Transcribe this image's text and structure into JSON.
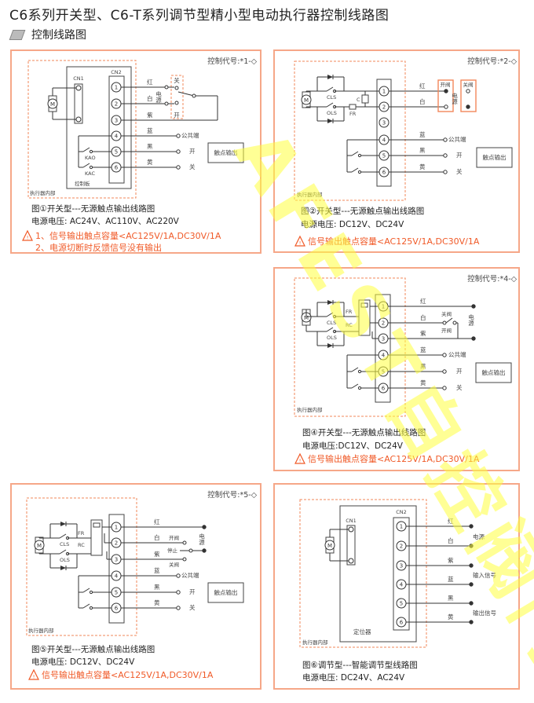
{
  "title": "C6系列开关型、C6-T系列调节型精小型电动执行器控制线路图",
  "section": "控制线路图",
  "watermark": "AFEST自控阀门",
  "colors": {
    "border": "#f6a788",
    "dashed": "#f2875a",
    "warning": "#f05a28"
  },
  "common": {
    "motor": "M",
    "inside": "执行器内部",
    "wire_colors": [
      "红",
      "白",
      "紫",
      "蓝",
      "黑",
      "黄"
    ],
    "terminals": [
      "1",
      "2",
      "3",
      "4",
      "5",
      "6"
    ],
    "power": "电源",
    "common_end": "公共端",
    "open": "开",
    "close": "关",
    "contact_output": "触点输出",
    "cls": "CLS",
    "ols": "OLS",
    "fr": "FR",
    "rc": "RC",
    "c": "C",
    "warning_icon": "warning-triangle",
    "warning_mark": "!"
  },
  "panels": [
    {
      "code": "控制代号:*1-◇",
      "cn1": "CN1",
      "cn2": "CN2",
      "kao": "KAO",
      "kac": "KAC",
      "board": "控制板",
      "caption": "图①开关型---无源触点输出线路图",
      "voltage": "电源电压: AC24V、AC110V、AC220V",
      "warnings": [
        "1、信号输出触点容量<AC125V/1A,DC30V/1A",
        "2、电源切断时反馈信号没有输出"
      ]
    },
    {
      "code": "控制代号:*2-◇",
      "valve_open": "开阀",
      "valve_close": "关阀",
      "caption": "图②开关型---无源触点输出线路图",
      "voltage": "电源电压: DC12V、DC24V",
      "warnings": [
        "信号输出触点容量<AC125V/1A,DC30V/1A"
      ]
    },
    {
      "code": "控制代号:*4-◇",
      "valve_open": "开阀",
      "valve_close": "关阀",
      "caption": "图④开关型---无源触点输出线路图",
      "voltage": "电源电压:DC12V、DC24V",
      "warnings": [
        "信号输出触点容量<AC125V/1A,DC30V/1A"
      ]
    },
    {
      "code": "控制代号:*5-◇",
      "valve_open": "开阀",
      "valve_close": "关阀",
      "stop": "停止",
      "caption": "图⑤开关型---无源触点输出线路图",
      "voltage": "电源电压: DC12V、DC24V",
      "warnings": [
        "信号输出触点容量<AC125V/1A,DC30V/1A"
      ]
    },
    {
      "cn1": "CN1",
      "cn2": "CN2",
      "positioner": "定位器",
      "input_signal": "输入信号",
      "output_signal": "输出信号",
      "caption": "图⑥调节型---智能调节型线路图",
      "voltage": "电源电压: DC24V、AC24V"
    }
  ]
}
